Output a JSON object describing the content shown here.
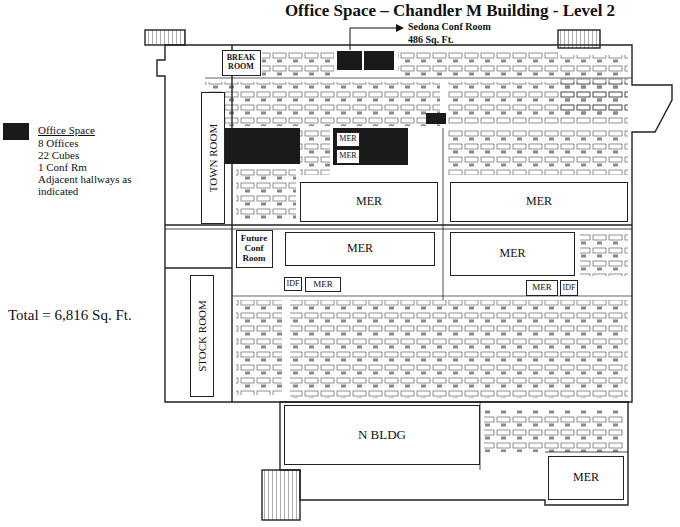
{
  "diagram": {
    "title": "Office Space – Chandler M Building - Level 2",
    "nodes": [
      {
        "text": [
          "BREAK ROOM"
        ]
      },
      {
        "text": [
          "MER"
        ]
      },
      {
        "text": [
          "MER"
        ]
      },
      {
        "text": [
          "TOWN ROOM"
        ]
      },
      {
        "text": [
          "MER"
        ]
      },
      {
        "text": [
          "MER"
        ]
      },
      {
        "text": [
          "Future Conf Room"
        ]
      },
      {
        "text": [
          "MER"
        ]
      },
      {
        "text": [
          "MER"
        ]
      },
      {
        "text": [
          "IDF"
        ]
      },
      {
        "text": [
          "MER"
        ]
      },
      {
        "text": [
          "MER"
        ]
      },
      {
        "text": [
          "IDF"
        ]
      },
      {
        "text": [
          "STOCK ROOM"
        ]
      },
      {
        "text": [
          "N BLDG"
        ]
      },
      {
        "text": [
          "MER"
        ]
      }
    ],
    "labels": [
      "Sedona Conf Room",
      "486 Sq. Ft.",
      "8 Offices",
      "22 Cubes",
      "1 Conf Rm",
      "Adjacent hallways as indicated",
      "Total = 6,816 Sq. Ft."
    ],
    "legend": [
      {
        "text": "Office Space",
        "color": "#1a1a1a"
      }
    ]
  }
}
